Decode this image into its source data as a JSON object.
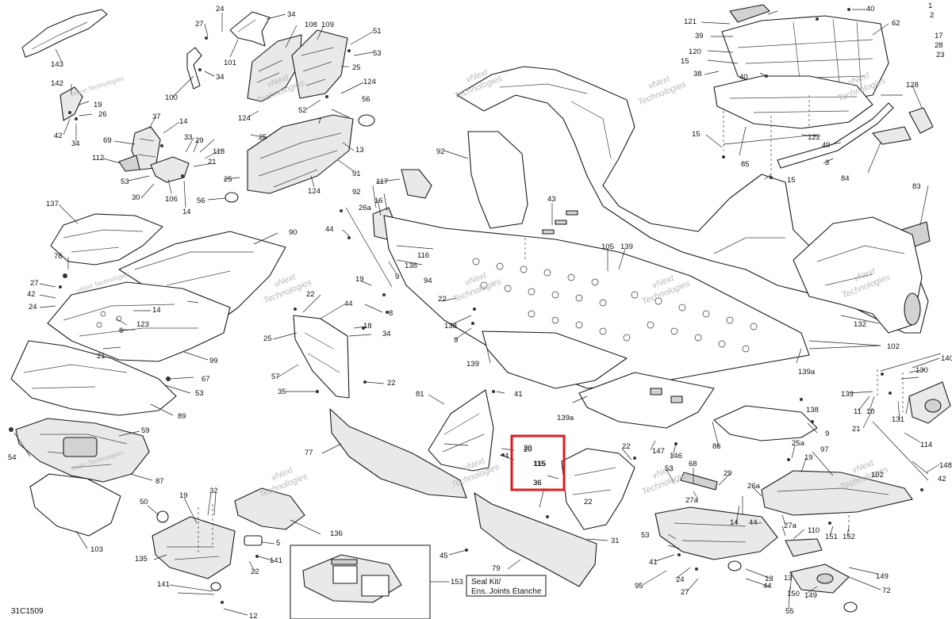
{
  "diagram": {
    "reference_code": "31C1509",
    "watermark": {
      "line1": "vNext",
      "line2": "Technologies",
      "inline": "vNext Technologies"
    },
    "seal_kit": {
      "line1": "Seal Kit/",
      "line2": "Ens. Joints Étanche",
      "callout": "153"
    },
    "highlight_box": {
      "callouts": [
        "20",
        "115",
        "36"
      ]
    },
    "callouts": [
      "143",
      "24",
      "27",
      "34",
      "101",
      "108",
      "109",
      "51",
      "53",
      "100",
      "34",
      "25",
      "124",
      "52",
      "142",
      "19",
      "26",
      "42",
      "34",
      "37",
      "14",
      "124",
      "56",
      "69",
      "33",
      "29",
      "118",
      "21",
      "112",
      "53",
      "30",
      "106",
      "14",
      "25",
      "56",
      "13",
      "91",
      "124",
      "25",
      "137",
      "92",
      "26a",
      "16",
      "117",
      "94",
      "116",
      "138",
      "9",
      "44",
      "90",
      "76",
      "27",
      "42",
      "24",
      "19",
      "8",
      "22",
      "14",
      "123",
      "6",
      "21",
      "22",
      "44",
      "18",
      "34",
      "25",
      "57",
      "99",
      "67",
      "53",
      "35",
      "22",
      "89",
      "92",
      "43",
      "105",
      "139",
      "120",
      "39",
      "38",
      "121",
      "15",
      "62",
      "40",
      "40",
      "122",
      "128",
      "15",
      "85",
      "15",
      "49",
      "3",
      "84",
      "83",
      "138",
      "9",
      "139",
      "139a",
      "102",
      "132",
      "81",
      "41",
      "139a",
      "138",
      "9",
      "140",
      "130",
      "133",
      "11",
      "10",
      "131",
      "21",
      "114",
      "77",
      "4",
      "20",
      "115",
      "36",
      "22",
      "147",
      "146",
      "86",
      "25a",
      "19",
      "97",
      "68",
      "53",
      "29",
      "27a",
      "14",
      "26a",
      "27a",
      "13",
      "44",
      "148",
      "42",
      "102",
      "54",
      "59",
      "87",
      "50",
      "19",
      "32",
      "136",
      "5",
      "141",
      "22",
      "103",
      "135",
      "141",
      "12",
      "45",
      "79",
      "31",
      "95",
      "41",
      "53",
      "110",
      "151",
      "152",
      "149",
      "72",
      "150",
      "149",
      "55",
      "13",
      "44",
      "24",
      "27",
      "22",
      "7",
      "1",
      "2",
      "17",
      "28",
      "23",
      "15"
    ]
  }
}
